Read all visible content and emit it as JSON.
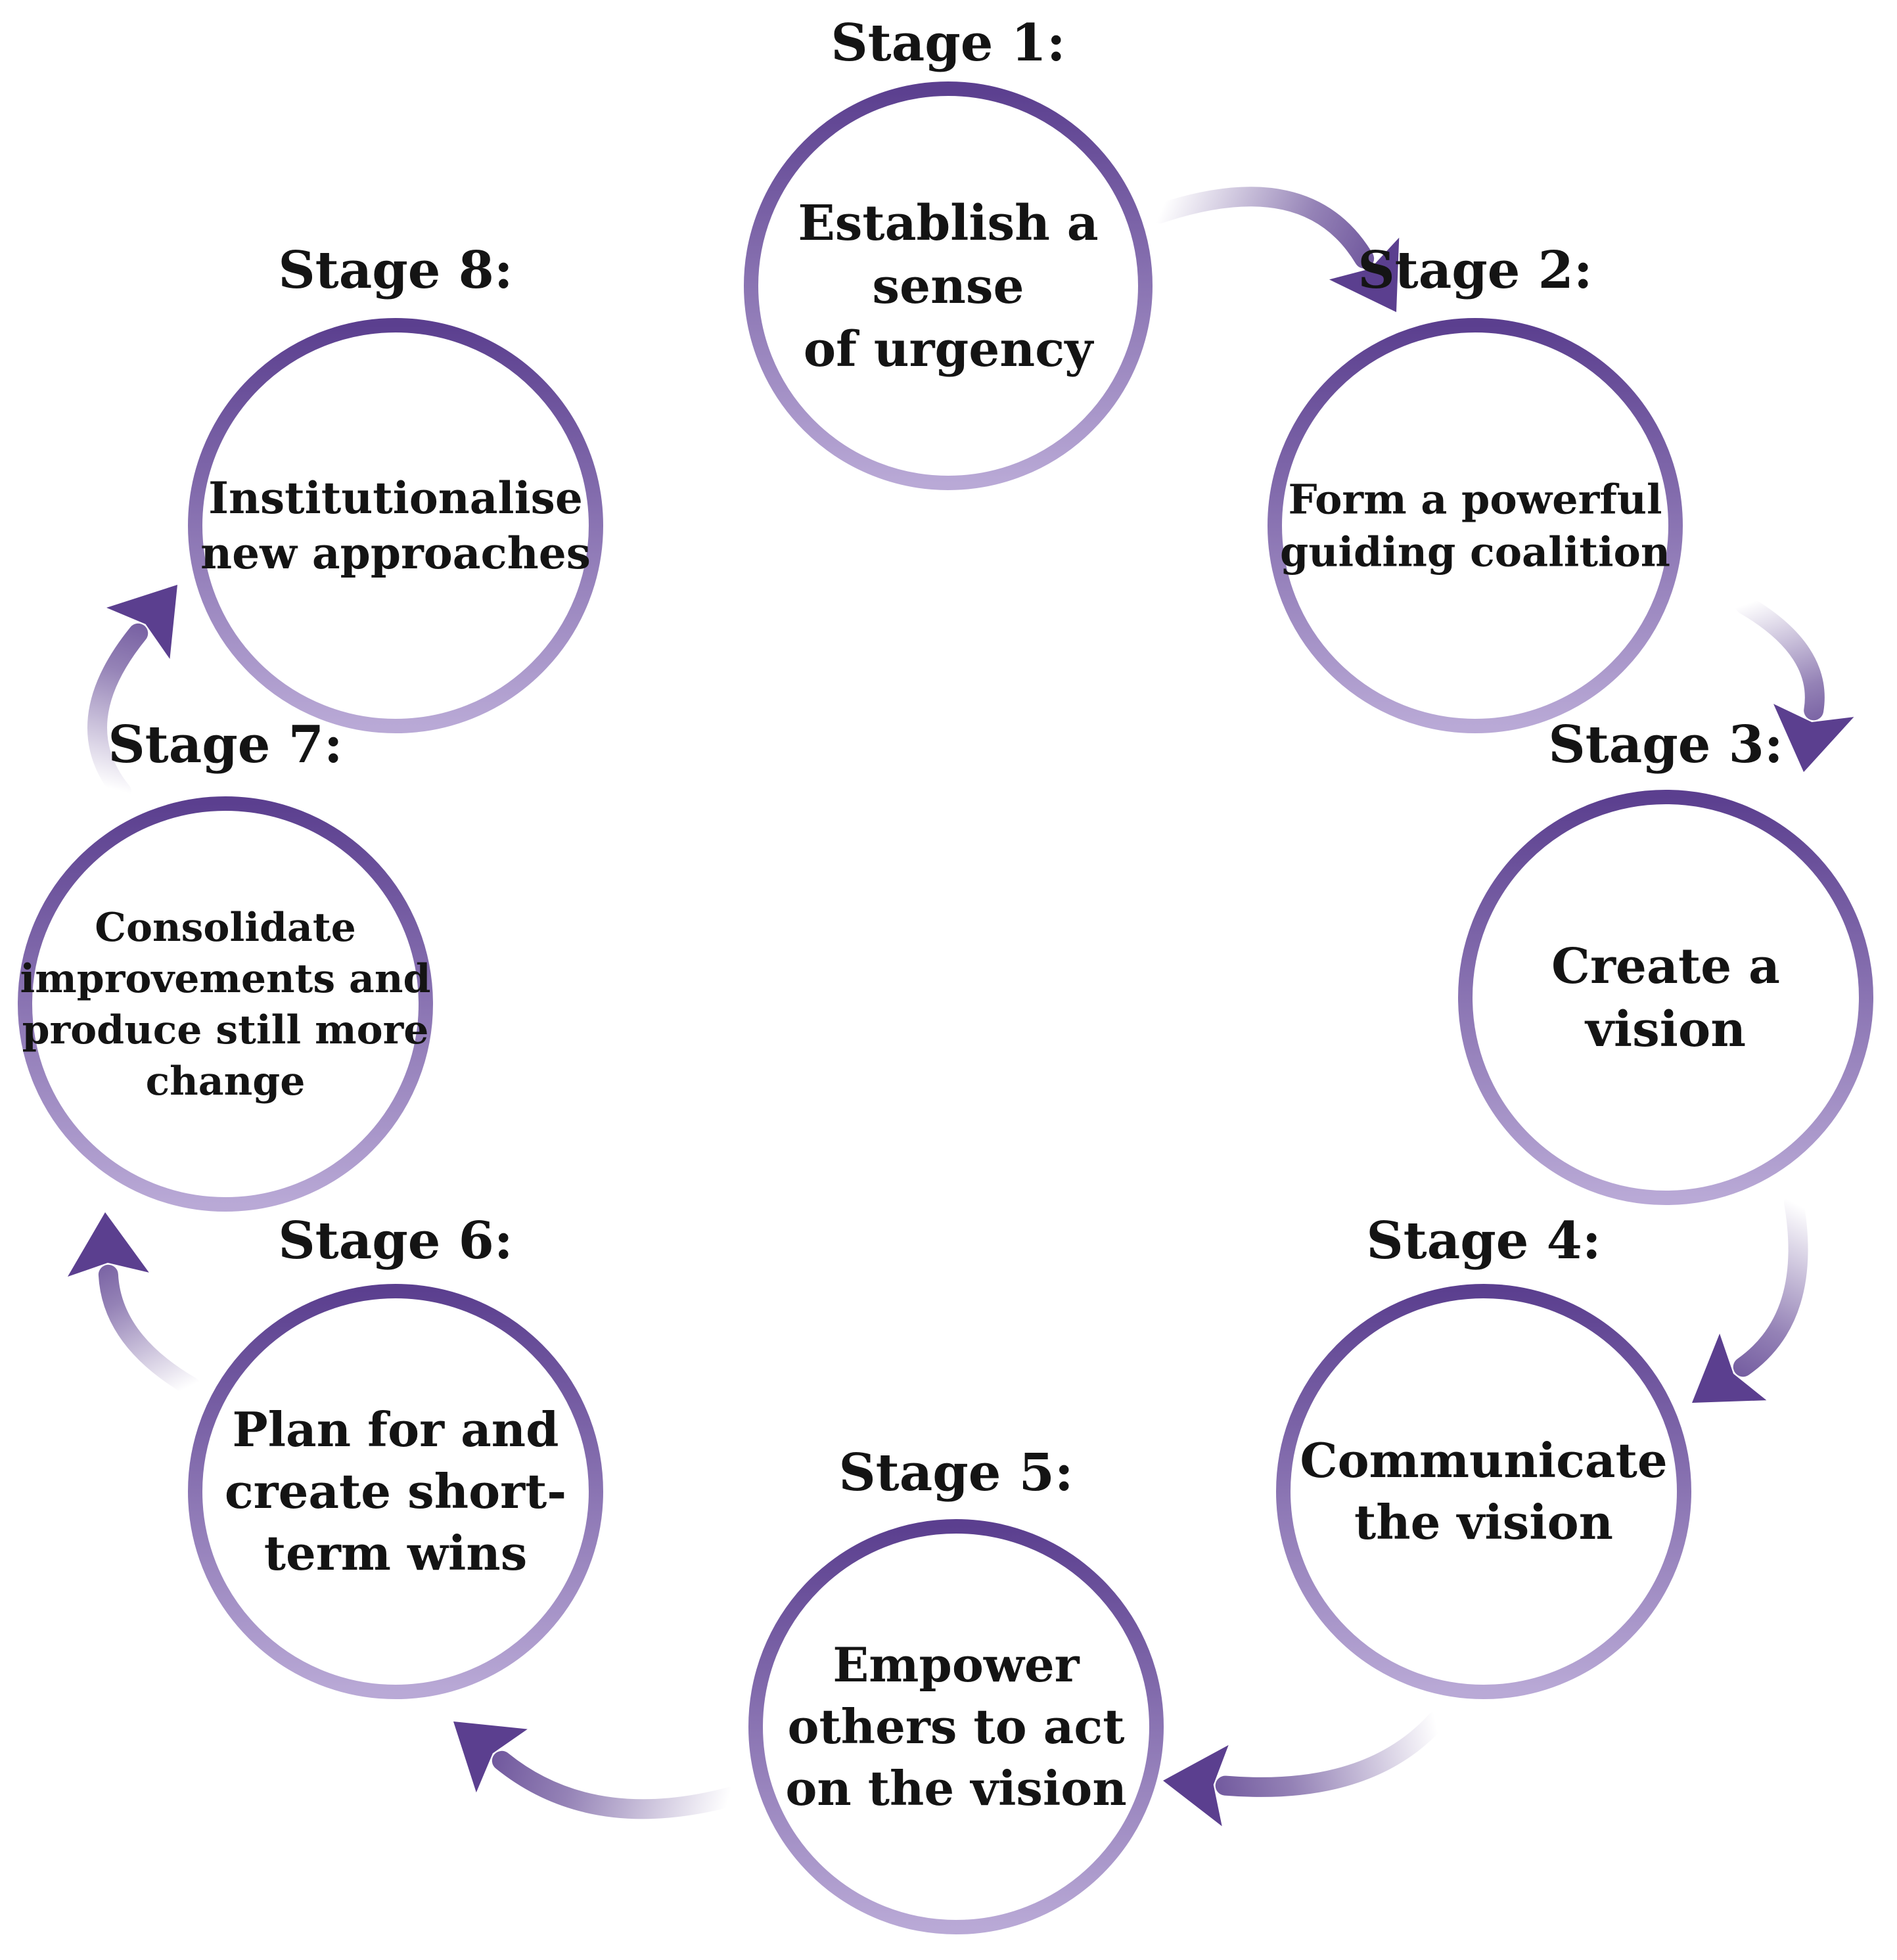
{
  "colors": {
    "ring_dark": "#5b3f8f",
    "ring_light": "#b9a9d6",
    "arrow": "#5b3f8f",
    "text": "#141414",
    "background": "#ffffff"
  },
  "stages": [
    {
      "label": "Stage 1:",
      "lines": [
        "Establish a",
        "sense",
        "of urgency"
      ]
    },
    {
      "label": "Stage 2:",
      "lines": [
        "Form a powerful",
        "guiding coalition"
      ]
    },
    {
      "label": "Stage 3:",
      "lines": [
        "Create a",
        "vision"
      ]
    },
    {
      "label": "Stage 4:",
      "lines": [
        "Communicate",
        "the vision"
      ]
    },
    {
      "label": "Stage 5:",
      "lines": [
        "Empower",
        "others to act",
        "on the vision"
      ]
    },
    {
      "label": "Stage 6:",
      "lines": [
        "Plan for and",
        "create short-",
        "term wins"
      ]
    },
    {
      "label": "Stage 7:",
      "lines": [
        "Consolidate",
        "improvements and",
        "produce still more",
        "change"
      ]
    },
    {
      "label": "Stage 8:",
      "lines": [
        "Institutionalise",
        "new approaches"
      ]
    }
  ]
}
